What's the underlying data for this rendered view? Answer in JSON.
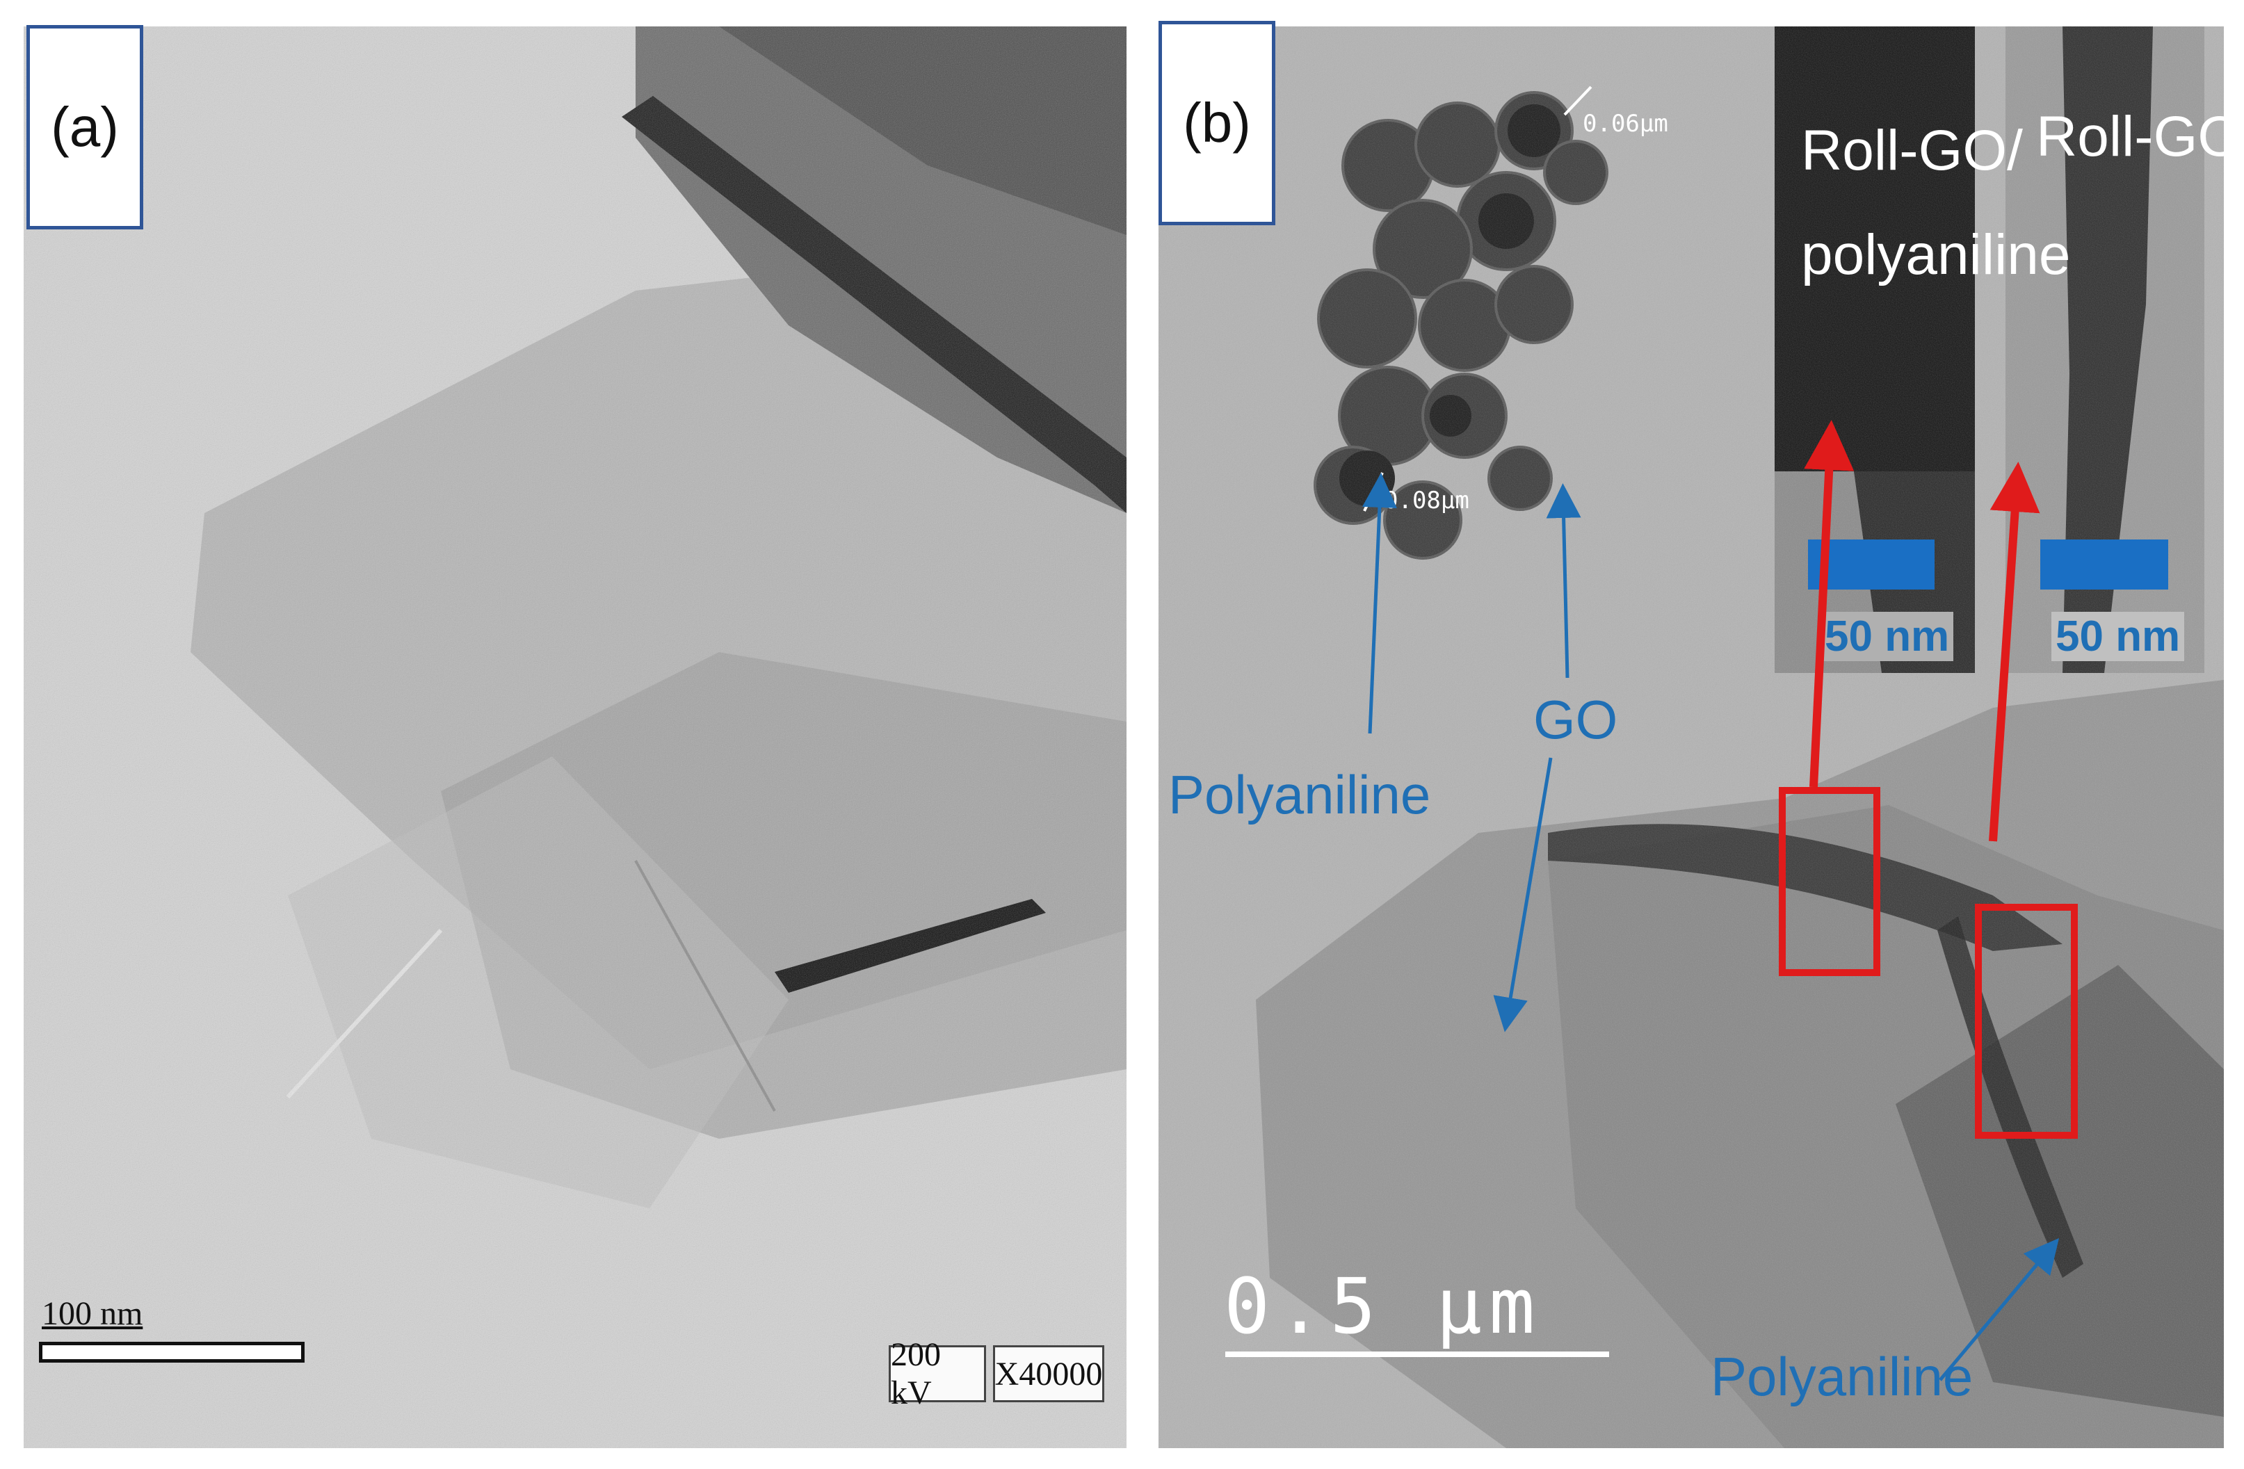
{
  "panel_a": {
    "label": "(a)",
    "scale_label": "100 nm",
    "voltage": "200 kV",
    "magnification": "X40000"
  },
  "panel_b": {
    "label": "(b)",
    "scale_label": "0.5 μm",
    "particle_size_1": "0.06μm",
    "particle_size_2": "0.08μm",
    "annotation_polyaniline_left": "Polyaniline",
    "annotation_go": "GO",
    "annotation_polyaniline_right": "Polyaniline",
    "inset_1_title_line1": "Roll-GO/",
    "inset_1_title_line2": "polyaniline",
    "inset_1_scale": "50 nm",
    "inset_2_title": "Roll-GO",
    "inset_2_scale": "50 nm"
  },
  "colors": {
    "annotation_blue": "#1f6fb5",
    "highlight_red": "#e01b1b",
    "label_border": "#2f5597",
    "scalebar_blue": "#1a6fc4"
  }
}
